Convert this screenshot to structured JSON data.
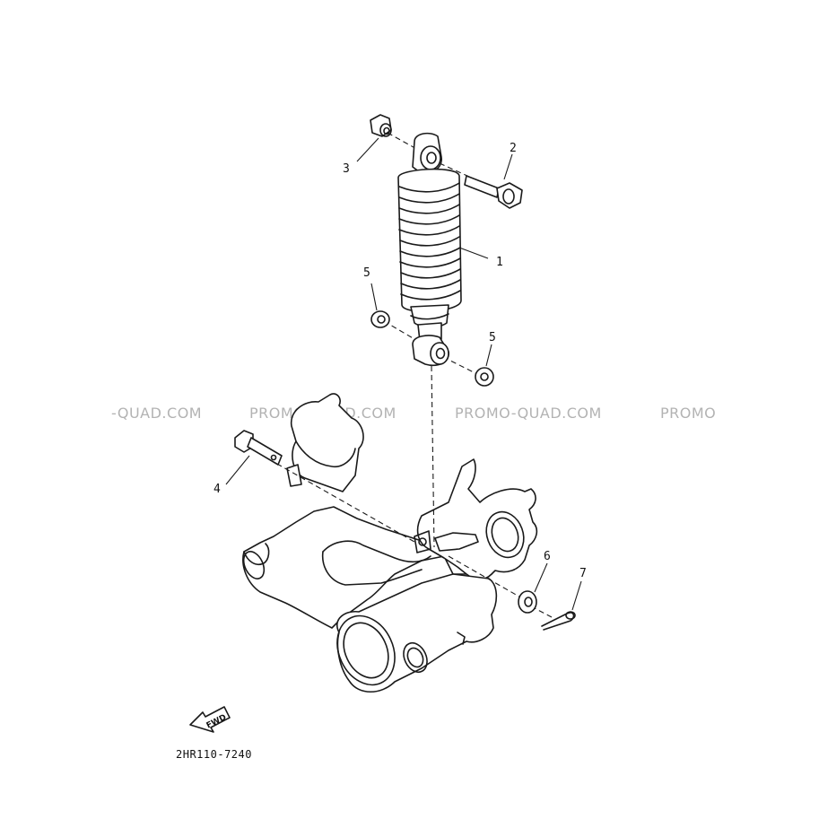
{
  "watermark": {
    "segments": [
      "-QUAD.COM",
      "PROMO-QUAD.COM",
      "PROMO-QUAD.COM",
      "PROMO"
    ],
    "color": "#b3b3b3"
  },
  "callouts": {
    "shock_absorber": "1",
    "bolt_upper": "2",
    "nut_upper": "3",
    "pivot_shaft": "4",
    "washer_left": "5",
    "washer_right": "5",
    "washer_lower": "6",
    "cotter_pin": "7"
  },
  "fwd_badge": "FWD",
  "diagram_code": "2HR110-7240",
  "icons": {
    "fwd": "fwd-arrow-icon"
  }
}
